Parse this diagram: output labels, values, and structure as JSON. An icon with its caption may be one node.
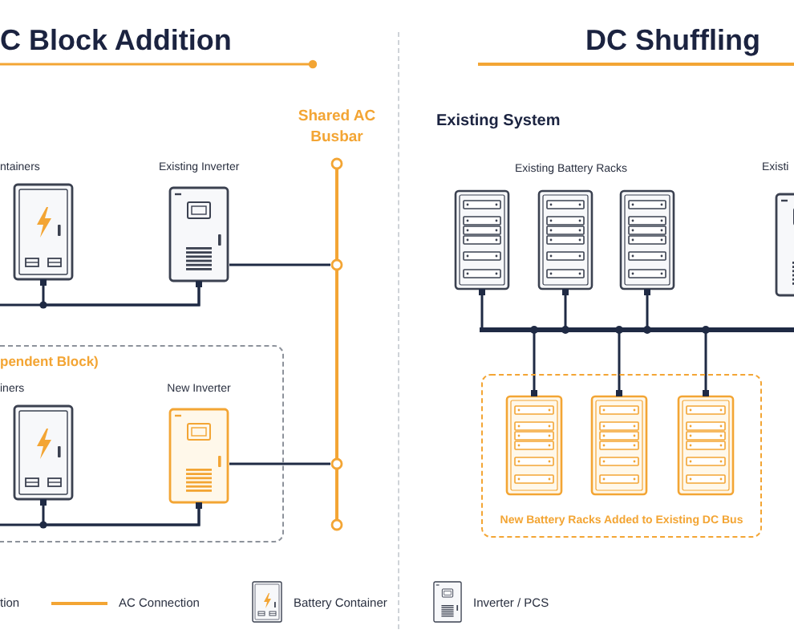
{
  "diagram": {
    "nodes": [
      {
        "text": [
          "ntainers"
        ]
      },
      {
        "text": [
          "Existing Inverter"
        ]
      },
      {
        "text": [],
        "shape": "bar",
        "beside": [
          "Shared AC Busbar"
        ]
      },
      {
        "text": [
          "pendent Block)"
        ]
      },
      {
        "text": [
          "iners"
        ],
        "in": 3
      },
      {
        "text": [
          "New Inverter"
        ],
        "in": 3
      },
      {
        "text": [],
        "shape": "rack"
      },
      {
        "text": [],
        "shape": "rack"
      },
      {
        "text": [],
        "shape": "rack"
      },
      {
        "text": [
          "Existi"
        ]
      },
      {
        "text": [],
        "shape": "bar"
      },
      {
        "text": [
          "New Battery Racks Added to Existing DC Bus"
        ]
      },
      {
        "text": [],
        "shape": "rack",
        "in": 11
      },
      {
        "text": [],
        "shape": "rack",
        "in": 11
      },
      {
        "text": [],
        "shape": "rack",
        "in": 11
      }
    ],
    "edges": [
      {
        "from": 0,
        "to": 1,
        "arrow": "none"
      },
      {
        "from": null,
        "to": 1,
        "arrow": "none"
      },
      {
        "from": 1,
        "to": 2,
        "arrow": "none"
      },
      {
        "from": 4,
        "to": 5,
        "arrow": "none"
      },
      {
        "from": null,
        "to": 5,
        "arrow": "none"
      },
      {
        "from": 5,
        "to": 2,
        "arrow": "none"
      },
      {
        "from": 6,
        "to": 10,
        "arrow": "none"
      },
      {
        "from": 7,
        "to": 10,
        "arrow": "other"
      },
      {
        "from": 8,
        "to": 10,
        "arrow": "other"
      },
      {
        "from": 12,
        "to": 10,
        "arrow": "other"
      },
      {
        "from": 13,
        "to": 10,
        "arrow": "other"
      },
      {
        "from": 14,
        "to": 10,
        "arrow": "other"
      }
    ],
    "labels": [
      "C Block Addition",
      "DC Shuffling",
      "Existing System",
      "Existing Battery Racks"
    ],
    "legend": [
      {
        "text": "tion"
      },
      {
        "text": "AC Connection"
      },
      {
        "text": "Battery Container"
      },
      {
        "text": "Inverter / PCS"
      }
    ]
  }
}
